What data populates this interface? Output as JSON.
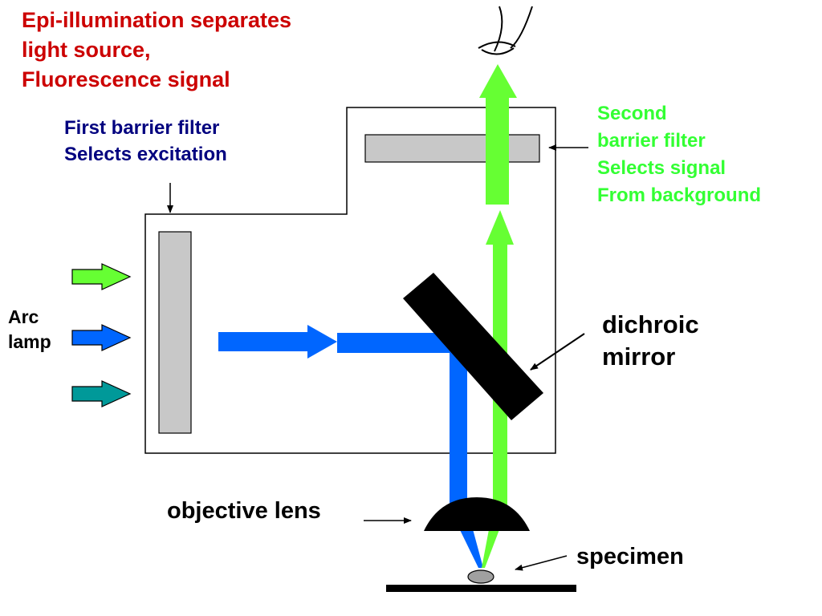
{
  "title": {
    "lines": [
      "Epi-illumination separates",
      "light source,",
      "Fluorescence signal"
    ],
    "color": "#cc0000"
  },
  "labels": {
    "first_filter": {
      "lines": [
        "First barrier filter",
        "Selects excitation"
      ],
      "color": "#00007f"
    },
    "second_filter": {
      "lines": [
        "Second",
        "barrier filter",
        "Selects signal",
        "From background"
      ],
      "color": "#33ff33"
    },
    "arc_lamp": {
      "lines": [
        "Arc",
        "lamp"
      ],
      "color": "#000000"
    },
    "dichroic": {
      "lines": [
        "dichroic",
        "mirror"
      ],
      "color": "#000000"
    },
    "objective": "objective lens",
    "specimen": "specimen"
  },
  "colors": {
    "green_light": "#66ff33",
    "blue_light": "#0066ff",
    "teal_light": "#009999",
    "filter_gray": "#c8c8c8",
    "mirror": "#000000",
    "specimen_gray": "#a0a0a0"
  },
  "icons": {
    "observer": "eye-icon"
  }
}
